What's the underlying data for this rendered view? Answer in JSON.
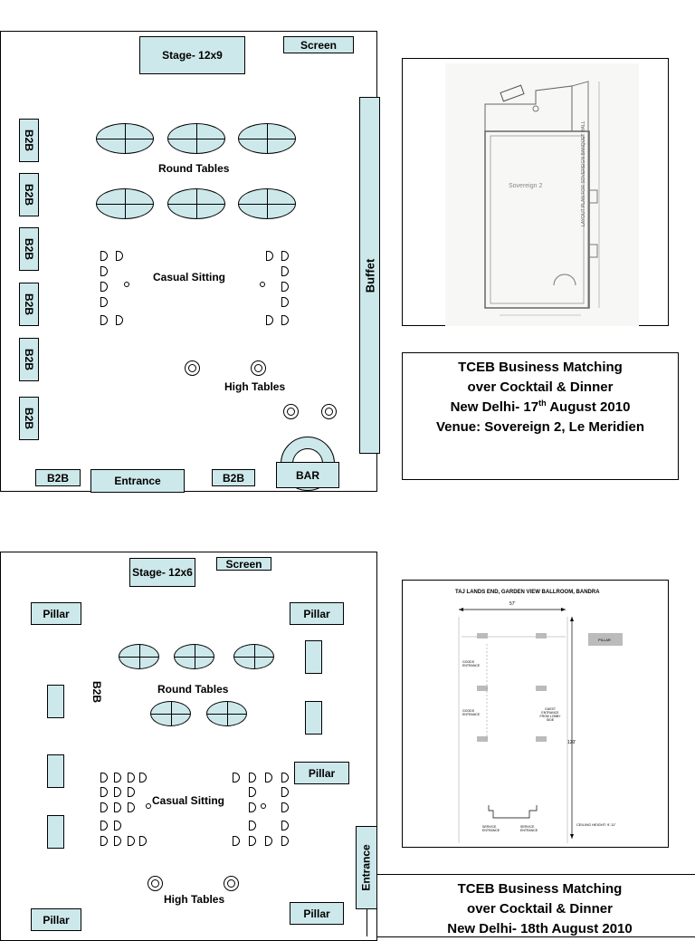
{
  "plan1": {
    "stage": "Stage- 12x9",
    "screen": "Screen",
    "buffet": "Buffet",
    "round_tables": "Round Tables",
    "casual_sitting": "Casual Sitting",
    "high_tables": "High Tables",
    "b2b": "B2B",
    "entrance": "Entrance",
    "bar": "BAR"
  },
  "photo1": {
    "hall_label": "Sovereign 2",
    "side_label": "LAYOUT PLAN FOR SOVEREIGN BANQUET HALL"
  },
  "info1": {
    "line1": "TCEB Business Matching",
    "line2": "over Cocktail & Dinner",
    "line3_pre": "New Delhi- 17",
    "line3_sup": "th",
    "line3_post": " August 2010",
    "line4": "Venue: Sovereign 2, Le Meridien"
  },
  "plan2": {
    "stage": "Stage- 12x6",
    "screen": "Screen",
    "pillar": "Pillar",
    "b2b": "B2B",
    "round_tables": "Round Tables",
    "casual_sitting": "Casual Sitting",
    "high_tables": "High Tables",
    "entrance": "Entrance"
  },
  "photo2": {
    "title": "TAJ LANDS END, GARDEN VIEW BALLROOM, BANDRA",
    "width_dim": "57'",
    "height_dim": "120'",
    "pillar": "PILLAR",
    "goods_entrance": "GOODS ENTRANCE",
    "guest_entrance": "GUEST ENTRANCE FROM LOBBY SIDE",
    "service_entrance": "SERVICE ENTRANCE",
    "ceiling": "CEILING HEIGHT: 9'.11\""
  },
  "info2": {
    "line1": "TCEB Business Matching",
    "line2": "over Cocktail & Dinner",
    "line3": "New Delhi- 18th August 2010"
  }
}
